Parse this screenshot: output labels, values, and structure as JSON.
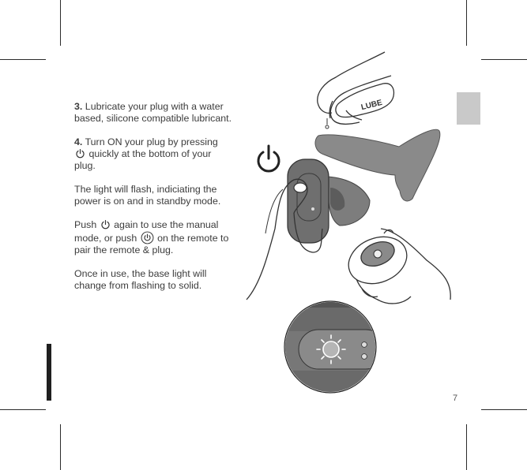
{
  "steps": [
    {
      "number": "3.",
      "text": "Lubricate your plug with a water based, silicone compatible lubricant."
    },
    {
      "number": "4.",
      "text_before": "Turn ON your plug by pressing",
      "text_after": "quickly at the bottom of your  plug."
    }
  ],
  "paragraphs": {
    "light": "The light will flash, indiciating the power is on and in standby mode.",
    "push_a": "Push",
    "push_b": "again to use the manual mode, or push",
    "push_c": "on the remote to pair the remote & plug.",
    "once": "Once in use, the base light will change from flashing to solid."
  },
  "illustration": {
    "bottle_label": "LUBE"
  },
  "page_number": "7",
  "icons": [
    "power-icon",
    "power-circle-icon"
  ],
  "colors": {
    "text": "#3c3c3c",
    "tab": "#c9c9c9",
    "bar": "#1f1f1f",
    "device": "#7a7a7a"
  }
}
